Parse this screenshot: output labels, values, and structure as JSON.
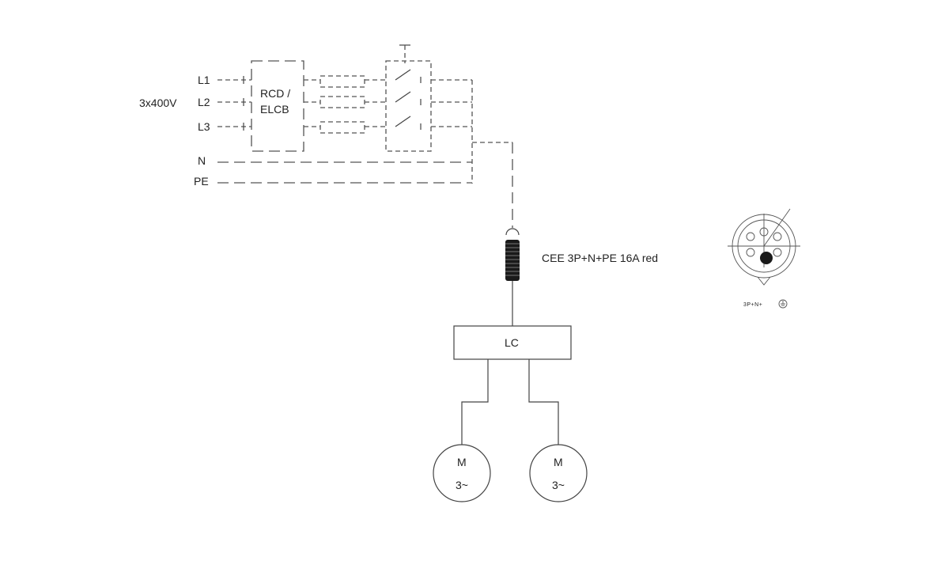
{
  "supply": {
    "voltage_label": "3x400V",
    "phases": [
      "L1",
      "L2",
      "L3"
    ],
    "neutral_label": "N",
    "earth_label": "PE"
  },
  "rcd": {
    "line1": "RCD /",
    "line2": "ELCB"
  },
  "connector": {
    "label": "CEE 3P+N+PE 16A red"
  },
  "controller": {
    "label": "LC"
  },
  "motors": [
    {
      "symbol": "M",
      "phase": "3~"
    },
    {
      "symbol": "M",
      "phase": "3~"
    }
  ],
  "socket_symbol": {
    "caption": "3P+N+",
    "earth_icon": "earth-ground-icon"
  },
  "colors": {
    "line": "#555555",
    "text": "#222222",
    "connector": "#1a1a1a"
  }
}
